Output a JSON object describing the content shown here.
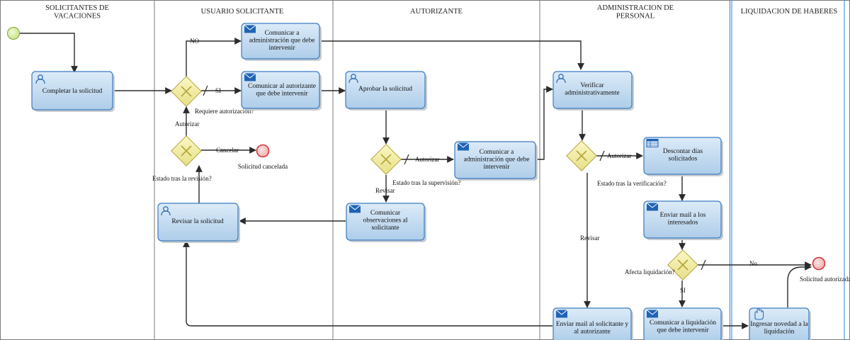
{
  "lanes": [
    "SOLICITANTES DE\nVACACIONES",
    "USUARIO SOLICITANTE",
    "AUTORIZANTE",
    "ADMINISTRACION DE\nPERSONAL",
    "LIQUIDACION DE HABERES"
  ],
  "tasks": {
    "completar": "Completar la solicitud",
    "comunicar_admin_1": "Comunicar a\nadministración que debe\nintervenir",
    "comunicar_autorizante": "Comunicar al autorizante\nque debe intervenir",
    "revisar": "Revisar la solicitud",
    "aprobar": "Aprobar la solicitud",
    "comunicar_admin_2": "Comunicar a\nadministración que debe\nintervenir",
    "comunicar_obs": "Comunicar\nobservaciones al\nsolicitante",
    "verificar": "Verificar\nadministrativamente",
    "descontar": "Descontar días\nsolicitados",
    "enviar_mail_interesados": "Enviar mail a los\ninteresados",
    "enviar_mail_solicitante": "Enviar mail al solicitante y\nal autorizante",
    "comunicar_liquidacion": "Comunicar a liquidación\nque debe intervenir",
    "ingresar_novedad": "Ingresar novedad a la\nliquidación"
  },
  "gateways": {
    "requiere_autorizacion": "Requiere autorización?",
    "estado_revision": "Estado tras la revisión?",
    "estado_supervision": "Estado tras la supervisión?",
    "estado_verificacion": "Estado tras la verificación?",
    "afecta_liquidacion": "Afecta liquidación?"
  },
  "flow_labels": {
    "no_1": "NO",
    "si_1": "SI",
    "autorizar_1": "Autorizar",
    "cancelar": "Cancelar",
    "autorizar_2": "Autorizar",
    "revisar_1": "Revisar",
    "autorizar_3": "Autorizar",
    "revisar_2": "Revisar",
    "no_2": "No",
    "si_2": "SI"
  },
  "events": {
    "solicitud_cancelada": "Solicitud cancelada",
    "solicitud_autorizada": "Solicitud autorizada"
  },
  "colors": {
    "task_fill_top": "#d8e9f7",
    "task_fill_bottom": "#b3d1ec",
    "task_border": "#3a7cc0",
    "gateway_fill": "#f3f0a8",
    "start_event": "#d6ec9a",
    "end_event": "#f5b5b5",
    "selected_lane_border": "#2f7fd0"
  }
}
